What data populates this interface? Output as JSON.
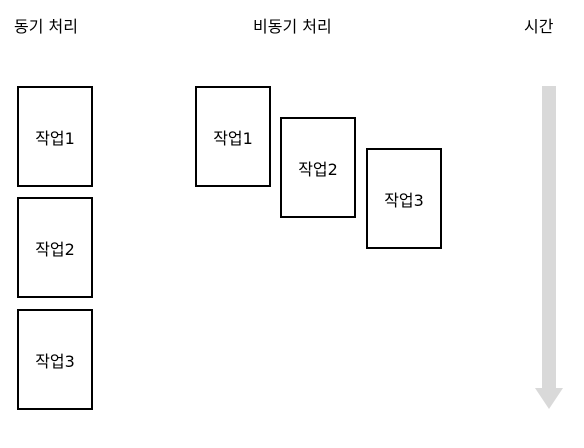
{
  "headings": {
    "sync": "동기 처리",
    "async": "비동기 처리",
    "time": "시간"
  },
  "sync_tasks": [
    "작업1",
    "작업2",
    "작업3"
  ],
  "async_tasks": [
    "작업1",
    "작업2",
    "작업3"
  ],
  "colors": {
    "box_border": "#000000",
    "arrow": "#d9d9d9"
  }
}
